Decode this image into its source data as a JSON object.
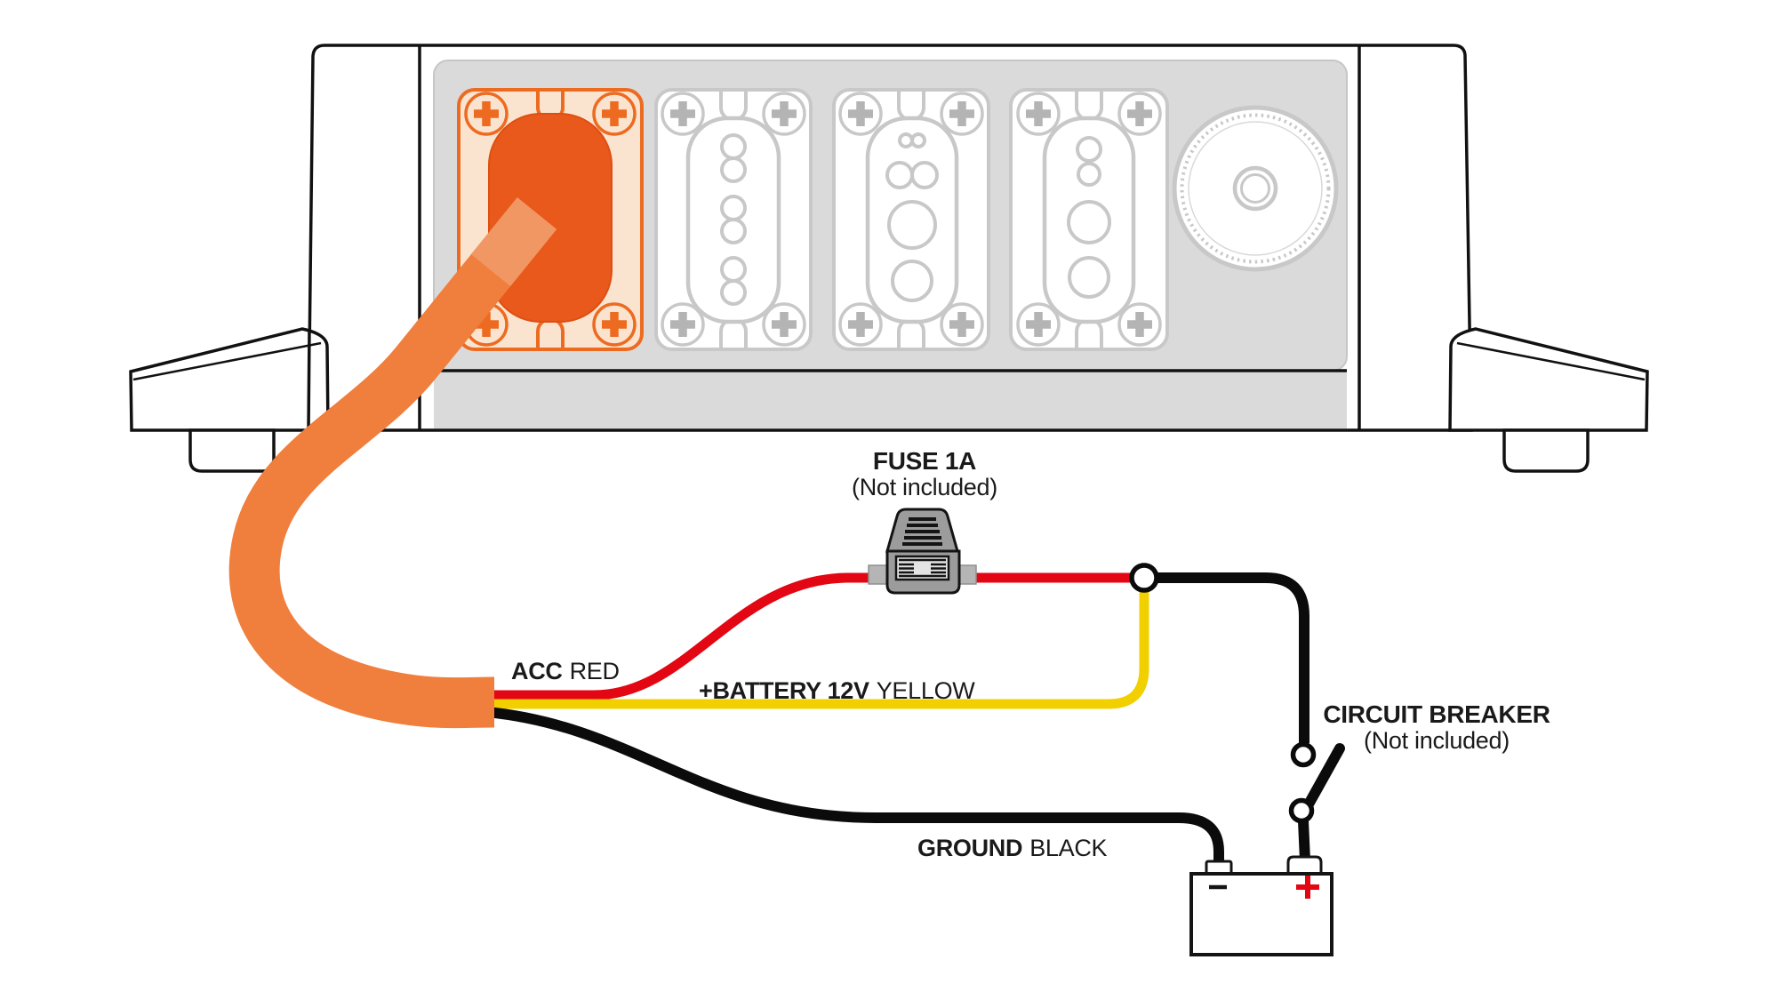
{
  "diagram": {
    "title_hint": "device rear panel wiring diagram",
    "colors": {
      "case-stroke": "#111111",
      "panel-fill": "#dadada",
      "panel-stroke": "#c6c6c6",
      "connector-stroke": "#c8c8c8",
      "screw-gray": "#b4b4b4",
      "orange": "#ed6b21",
      "orange-plate-fill": "#fbe4cf",
      "orange-plug": "#e8591b",
      "cable-orange": "#f07e3d",
      "cable-orange-light": "#f19763",
      "wire-red": "#e30613",
      "wire-yellow": "#f2d000",
      "wire-black": "#0b0b0b",
      "fuse-gray": "#9c9c9c",
      "fuse-tab-gray": "#b5b5b5",
      "fuse-window": "#e4e4e4",
      "battery-plus-red": "#e30613"
    },
    "labels": {
      "fuse": {
        "title": "FUSE 1A",
        "subtitle": "(Not included)"
      },
      "breaker": {
        "title": "CIRCUIT BREAKER",
        "subtitle": "(Not included)"
      },
      "acc": {
        "bold": "ACC",
        "rest": "RED"
      },
      "battery12v": {
        "bold": "+BATTERY 12V",
        "rest": "YELLOW"
      },
      "ground": {
        "bold": "GROUND",
        "rest": "BLACK"
      }
    }
  }
}
